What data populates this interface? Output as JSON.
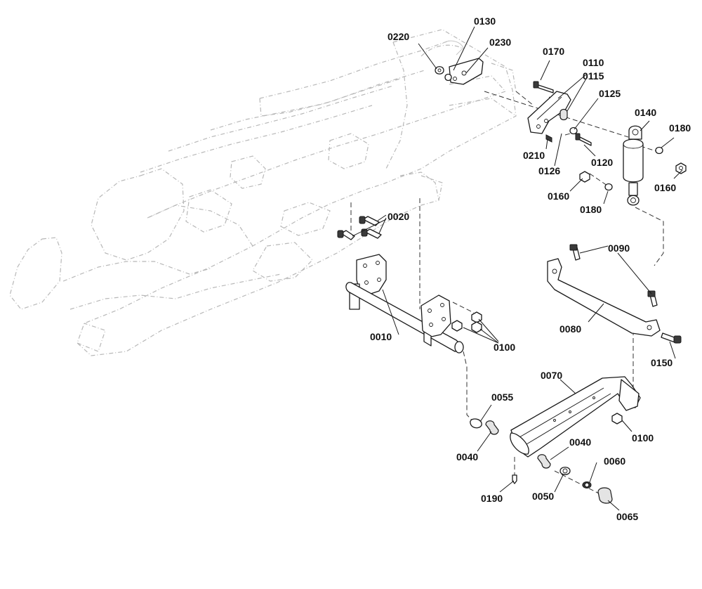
{
  "diagram": {
    "callouts": {
      "c0220": "0220",
      "c0130": "0130",
      "c0230": "0230",
      "c0170": "0170",
      "c0110": "0110",
      "c0115": "0115",
      "c0125": "0125",
      "c0140": "0140",
      "c0180a": "0180",
      "c0210": "0210",
      "c0120": "0120",
      "c0126": "0126",
      "c0160a": "0160",
      "c0160b": "0160",
      "c0180b": "0180",
      "c0020": "0020",
      "c0090": "0090",
      "c0080": "0080",
      "c0010": "0010",
      "c0100a": "0100",
      "c0150": "0150",
      "c0070": "0070",
      "c0055": "0055",
      "c0100b": "0100",
      "c0040a": "0040",
      "c0040b": "0040",
      "c0060": "0060",
      "c0190": "0190",
      "c0050": "0050",
      "c0065": "0065"
    }
  }
}
